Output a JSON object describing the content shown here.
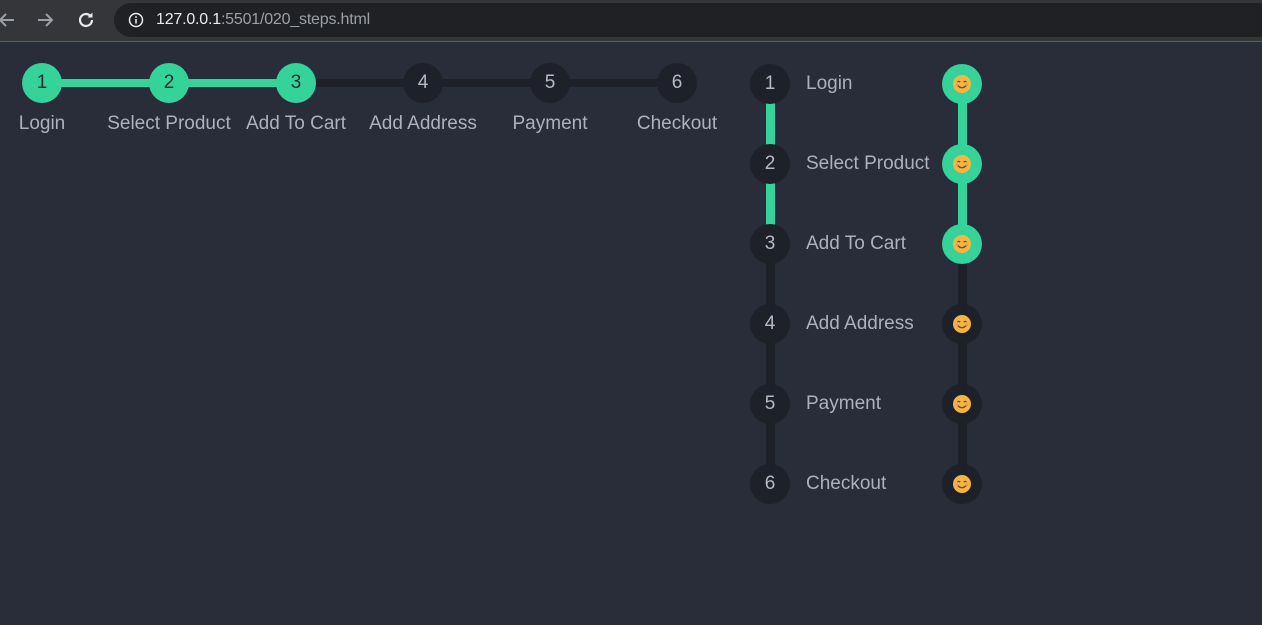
{
  "browser": {
    "url_host": "127.0.0.1",
    "url_path": ":5501/020_steps.html"
  },
  "steps": [
    {
      "number": "1",
      "label": "Login",
      "done": true
    },
    {
      "number": "2",
      "label": "Select Product",
      "done": true
    },
    {
      "number": "3",
      "label": "Add To Cart",
      "done": true
    },
    {
      "number": "4",
      "label": "Add Address",
      "done": false
    },
    {
      "number": "5",
      "label": "Payment",
      "done": false
    },
    {
      "number": "6",
      "label": "Checkout",
      "done": false
    }
  ],
  "active_step": 3,
  "colors": {
    "accent": "#34d399",
    "background": "#282d39",
    "inactive": "#1e2129",
    "text": "#aab1bf"
  },
  "icons": {
    "emoji_step": "smiling-face-icon"
  }
}
